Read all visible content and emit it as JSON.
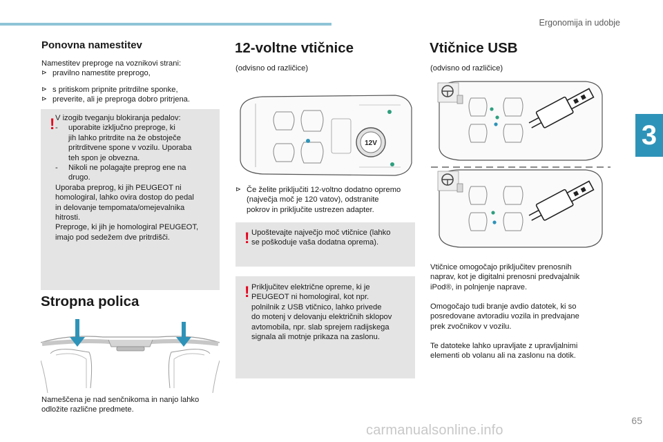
{
  "header": {
    "title": "Ergonomija in udobje",
    "chapter": "3",
    "page_number": "65"
  },
  "col1": {
    "title": "Ponovna namestitev",
    "intro": "Namestitev preproge na voznikovi strani:",
    "bullets": [
      "pravilno namestite preprogo,",
      "s pritiskom pripnite pritrdilne sponke,",
      "preverite, ali je preproga dobro pritrjena."
    ],
    "warning": {
      "line1": "V izogib tveganju blokiranja pedalov:",
      "dash1": [
        "uporabite izključno preproge, ki",
        "jih lahko pritrdite na že obstoječe",
        "pritrditvene spone v vozilu. Uporaba",
        "teh spon je obvezna."
      ],
      "dash2": [
        "Nikoli ne polagajte preprog ene na",
        "drugo."
      ],
      "rest": [
        "Uporaba preprog, ki jih PEUGEOT ni",
        "homologiral, lahko ovira dostop do pedal",
        "in delovanje tempomata/omejevalnika",
        "hitrosti.",
        "Preproge, ki jih je homologiral PEUGEOT,",
        "imajo pod sedežem dve pritrdišči."
      ]
    },
    "shelf_title": "Stropna polica",
    "shelf_text": [
      "Nameščena je nad senčnikoma in nanjo lahko",
      "odložite različne predmete."
    ]
  },
  "col2": {
    "title": "12-voltne vtičnice",
    "subtitle": "(odvisno od različice)",
    "socket_label": "12V",
    "bullet": [
      "Če želite priključiti 12-voltno dodatno opremo",
      "(največja moč je 120 vatov), odstranite",
      "pokrov in priključite ustrezen adapter."
    ],
    "warning1": [
      "Upoštevajte največjo moč vtičnice (lahko",
      "se poškoduje vaša dodatna oprema)."
    ],
    "warning2": [
      "Priključitev električne opreme, ki je",
      "PEUGEOT ni homologiral, kot npr.",
      "polnilnik z USB vtičnico, lahko privede",
      "do motenj v delovanju električnih sklopov",
      "avtomobila, npr. slab sprejem radijskega",
      "signala ali motnje prikaza na zaslonu."
    ]
  },
  "col3": {
    "title": "Vtičnice USB",
    "subtitle": "(odvisno od različice)",
    "para1": [
      "Vtičnice omogočajo priključitev prenosnih",
      "naprav, kot je digitalni prenosni predvajalnik",
      "iPod®, in polnjenje naprave."
    ],
    "para2": [
      "Omogočajo tudi branje avdio datotek, ki so",
      "posredovane avtoradiu vozila in predvajane",
      "prek zvočnikov v vozilu."
    ],
    "para3": [
      "Te datoteke lahko upravljate z upravljalnimi",
      "elementi ob volanu ali na zaslonu na dotik."
    ]
  },
  "watermark": "carmanualsonline.info",
  "colors": {
    "accent_blue": "#2e93b8",
    "top_bar": "#8fc4d6",
    "warning_red": "#e3001b",
    "warning_bg": "#e4e4e4",
    "dot_green": "#2f9f7e"
  }
}
